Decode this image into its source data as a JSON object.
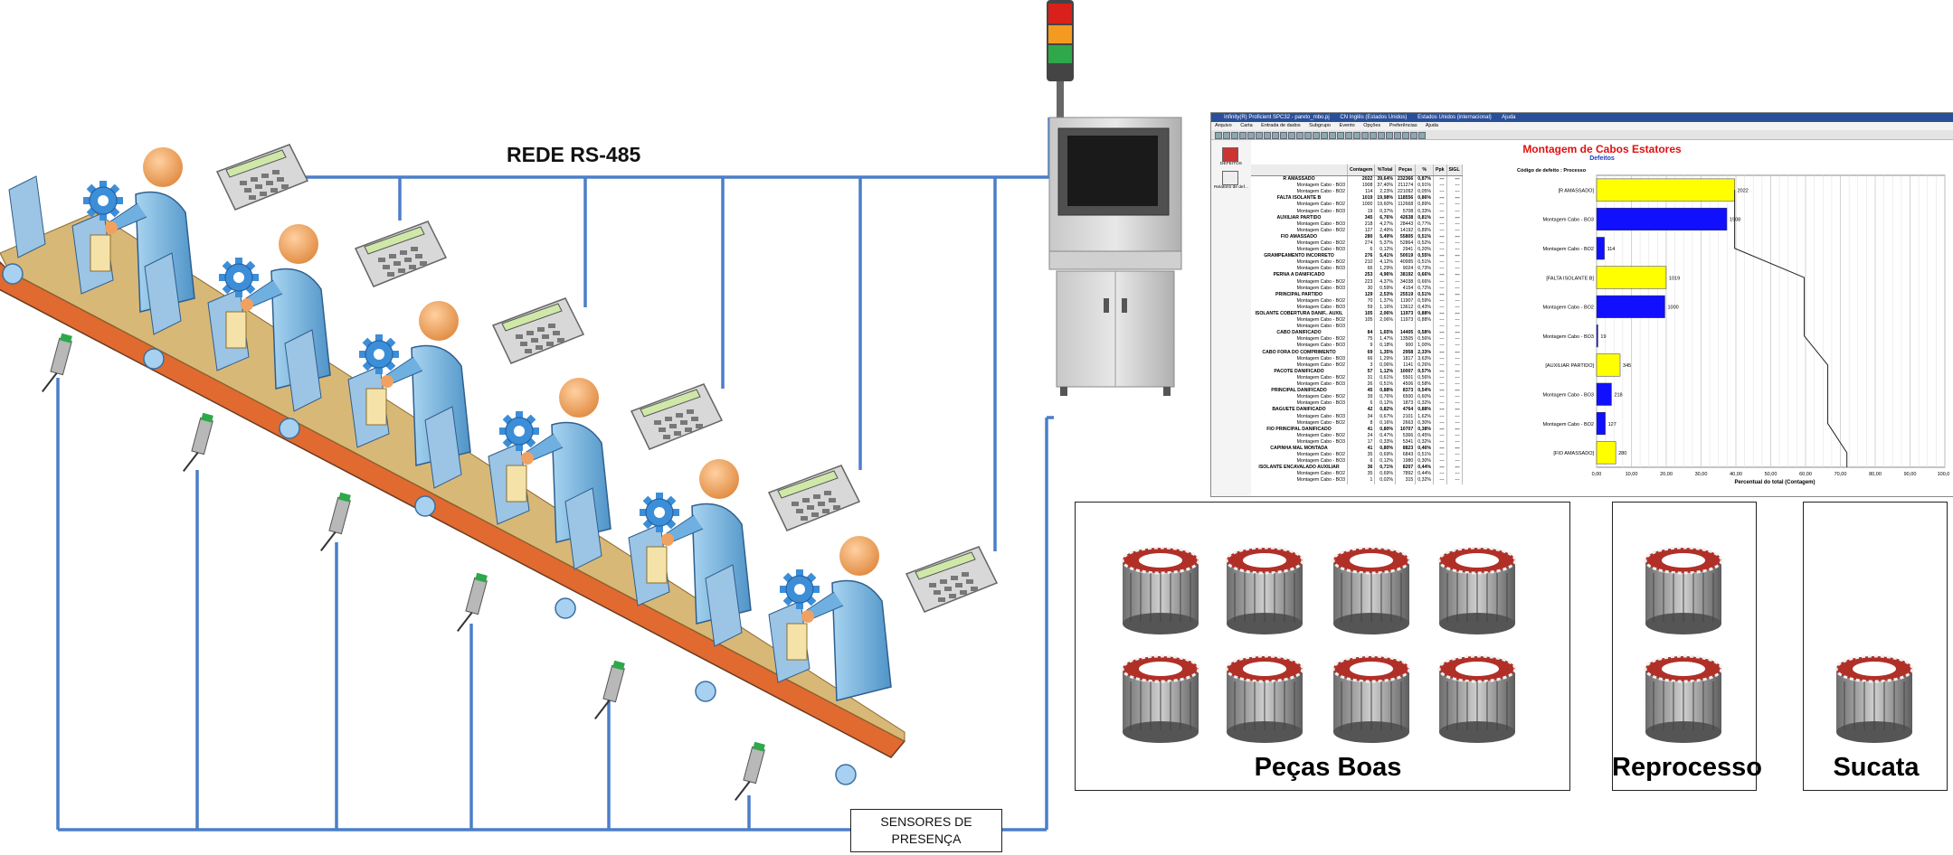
{
  "labels": {
    "network": "REDE RS-485",
    "sensors_line1": "SENSORES DE",
    "sensors_line2": "PRESENÇA",
    "bin_good": "Peças Boas",
    "bin_rework": "Reprocesso",
    "bin_scrap": "Sucata"
  },
  "bins": {
    "good_count": 8,
    "rework_count": 2,
    "scrap_count": 1
  },
  "colors": {
    "network_line": "#4a7fc9",
    "belt": "#e06a30",
    "box_top": "#d8b877",
    "worker": "#6fb0e0",
    "head": "#f0a060",
    "sensor_tip": "#2ea84a",
    "bar_yellow": "#ffff00",
    "bar_blue": "#1010ff",
    "title_red": "#e01010"
  },
  "software": {
    "window_title": "Infinity(R) Proficient SPC32 - pareto_mbo.pj",
    "window_tabs": [
      "CN Inglês (Estados Unidos)",
      "Estados Unidos (internacional)",
      "Ajuda"
    ],
    "menu": [
      "Arquivo",
      "Carta",
      "Entrada de dados",
      "Subgrupo",
      "Evento",
      "Opções",
      "Preferências",
      "Ajuda"
    ],
    "side_items": [
      "DEFEITOS",
      "Relatório de def..."
    ],
    "chart_title": "Montagem de Cabos Estatores",
    "chart_subtitle": "Defeitos",
    "table_headers": [
      "",
      "Contagem",
      "%Total",
      "Peças",
      "%",
      "Ppk",
      "SIGL"
    ],
    "rows": [
      {
        "group": true,
        "name": "R AMASSADO",
        "c": "2022",
        "pt": "39,64%",
        "p": "232366",
        "pc": "0,87%"
      },
      {
        "group": false,
        "name": "Montagem Cabo - BO3",
        "c": "1908",
        "pt": "37,40%",
        "p": "211274",
        "pc": "0,91%"
      },
      {
        "group": false,
        "name": "Montagem Cabo - BO2",
        "c": "114",
        "pt": "2,23%",
        "p": "221092",
        "pc": "0,05%"
      },
      {
        "group": true,
        "name": "FALTA ISOLANTE B",
        "c": "1019",
        "pt": "19,98%",
        "p": "118556",
        "pc": "0,86%"
      },
      {
        "group": false,
        "name": "Montagem Cabo - BO2",
        "c": "1000",
        "pt": "19,60%",
        "p": "112668",
        "pc": "0,89%"
      },
      {
        "group": false,
        "name": "Montagem Cabo - BO3",
        "c": "19",
        "pt": "0,37%",
        "p": "5708",
        "pc": "0,33%"
      },
      {
        "group": true,
        "name": "AUXILIAR PARTIDO",
        "c": "345",
        "pt": "6,76%",
        "p": "42638",
        "pc": "0,81%"
      },
      {
        "group": false,
        "name": "Montagem Cabo - BO3",
        "c": "218",
        "pt": "4,27%",
        "p": "28443",
        "pc": "0,77%"
      },
      {
        "group": false,
        "name": "Montagem Cabo - BO2",
        "c": "127",
        "pt": "2,49%",
        "p": "14192",
        "pc": "0,89%"
      },
      {
        "group": true,
        "name": "FIO AMASSADO",
        "c": "280",
        "pt": "5,49%",
        "p": "55805",
        "pc": "0,51%"
      },
      {
        "group": false,
        "name": "Montagem Cabo - BO2",
        "c": "274",
        "pt": "5,37%",
        "p": "52864",
        "pc": "0,52%"
      },
      {
        "group": false,
        "name": "Montagem Cabo - BO3",
        "c": "6",
        "pt": "0,12%",
        "p": "2941",
        "pc": "0,20%"
      },
      {
        "group": true,
        "name": "GRAMPEAMENTO INCORRETO",
        "c": "276",
        "pt": "5,41%",
        "p": "50019",
        "pc": "0,55%"
      },
      {
        "group": false,
        "name": "Montagem Cabo - BO2",
        "c": "210",
        "pt": "4,12%",
        "p": "40995",
        "pc": "0,51%"
      },
      {
        "group": false,
        "name": "Montagem Cabo - BO3",
        "c": "66",
        "pt": "1,29%",
        "p": "9024",
        "pc": "0,73%"
      },
      {
        "group": true,
        "name": "PERNA A DANIFICADO",
        "c": "253",
        "pt": "4,96%",
        "p": "38192",
        "pc": "0,66%"
      },
      {
        "group": false,
        "name": "Montagem Cabo - BO2",
        "c": "223",
        "pt": "4,37%",
        "p": "34038",
        "pc": "0,66%"
      },
      {
        "group": false,
        "name": "Montagem Cabo - BO3",
        "c": "30",
        "pt": "0,59%",
        "p": "4154",
        "pc": "0,72%"
      },
      {
        "group": true,
        "name": "PRINCIPAL PARTIDO",
        "c": "129",
        "pt": "2,53%",
        "p": "25519",
        "pc": "0,51%"
      },
      {
        "group": false,
        "name": "Montagem Cabo - BO2",
        "c": "70",
        "pt": "1,37%",
        "p": "11907",
        "pc": "0,59%"
      },
      {
        "group": false,
        "name": "Montagem Cabo - BO3",
        "c": "59",
        "pt": "1,16%",
        "p": "13612",
        "pc": "0,43%"
      },
      {
        "group": true,
        "name": "ISOLANTE COBERTURA DANIF.. AUXIL",
        "c": "105",
        "pt": "2,06%",
        "p": "11973",
        "pc": "0,88%"
      },
      {
        "group": false,
        "name": "Montagem Cabo - BO2",
        "c": "105",
        "pt": "2,06%",
        "p": "11973",
        "pc": "0,88%"
      },
      {
        "group": false,
        "name": "Montagem Cabo - BO3",
        "c": "",
        "pt": "",
        "p": "",
        "pc": ""
      },
      {
        "group": true,
        "name": "CABO DANIFICADO",
        "c": "84",
        "pt": "1,65%",
        "p": "14405",
        "pc": "0,58%"
      },
      {
        "group": false,
        "name": "Montagem Cabo - BO2",
        "c": "75",
        "pt": "1,47%",
        "p": "13505",
        "pc": "0,56%"
      },
      {
        "group": false,
        "name": "Montagem Cabo - BO3",
        "c": "9",
        "pt": "0,18%",
        "p": "900",
        "pc": "1,00%"
      },
      {
        "group": true,
        "name": "CABO FORA DO COMPRIMENTO",
        "c": "69",
        "pt": "1,35%",
        "p": "2958",
        "pc": "2,33%"
      },
      {
        "group": false,
        "name": "Montagem Cabo - BO3",
        "c": "66",
        "pt": "1,29%",
        "p": "1817",
        "pc": "3,63%"
      },
      {
        "group": false,
        "name": "Montagem Cabo - BO2",
        "c": "3",
        "pt": "0,06%",
        "p": "1141",
        "pc": "0,26%"
      },
      {
        "group": true,
        "name": "PACOTE DANIFICADO",
        "c": "57",
        "pt": "1,12%",
        "p": "10007",
        "pc": "0,57%"
      },
      {
        "group": false,
        "name": "Montagem Cabo - BO2",
        "c": "31",
        "pt": "0,61%",
        "p": "5501",
        "pc": "0,56%"
      },
      {
        "group": false,
        "name": "Montagem Cabo - BO3",
        "c": "26",
        "pt": "0,51%",
        "p": "4506",
        "pc": "0,58%"
      },
      {
        "group": true,
        "name": "PRINCIPAL DANIFICADO",
        "c": "45",
        "pt": "0,88%",
        "p": "8373",
        "pc": "0,54%"
      },
      {
        "group": false,
        "name": "Montagem Cabo - BO2",
        "c": "39",
        "pt": "0,76%",
        "p": "6500",
        "pc": "0,60%"
      },
      {
        "group": false,
        "name": "Montagem Cabo - BO3",
        "c": "6",
        "pt": "0,12%",
        "p": "1873",
        "pc": "0,32%"
      },
      {
        "group": true,
        "name": "BAGUETE DANIFICADO",
        "c": "42",
        "pt": "0,82%",
        "p": "4764",
        "pc": "0,88%"
      },
      {
        "group": false,
        "name": "Montagem Cabo - BO3",
        "c": "34",
        "pt": "0,67%",
        "p": "2101",
        "pc": "1,62%"
      },
      {
        "group": false,
        "name": "Montagem Cabo - BO2",
        "c": "8",
        "pt": "0,16%",
        "p": "2663",
        "pc": "0,30%"
      },
      {
        "group": true,
        "name": "FIO PRINCIPAL DANIFICADO",
        "c": "41",
        "pt": "0,80%",
        "p": "10707",
        "pc": "0,38%"
      },
      {
        "group": false,
        "name": "Montagem Cabo - BO2",
        "c": "24",
        "pt": "0,47%",
        "p": "5366",
        "pc": "0,45%"
      },
      {
        "group": false,
        "name": "Montagem Cabo - BO3",
        "c": "17",
        "pt": "0,33%",
        "p": "5341",
        "pc": "0,32%"
      },
      {
        "group": true,
        "name": "CAPINHA MAL MONTADA",
        "c": "41",
        "pt": "0,80%",
        "p": "8823",
        "pc": "0,46%"
      },
      {
        "group": false,
        "name": "Montagem Cabo - BO2",
        "c": "35",
        "pt": "0,69%",
        "p": "6843",
        "pc": "0,51%"
      },
      {
        "group": false,
        "name": "Montagem Cabo - BO3",
        "c": "6",
        "pt": "0,12%",
        "p": "1980",
        "pc": "0,30%"
      },
      {
        "group": true,
        "name": "ISOLANTE ENCAVALADO AUXILIAR",
        "c": "36",
        "pt": "0,71%",
        "p": "8207",
        "pc": "0,44%"
      },
      {
        "group": false,
        "name": "Montagem Cabo - BO2",
        "c": "35",
        "pt": "0,69%",
        "p": "7892",
        "pc": "0,44%"
      },
      {
        "group": false,
        "name": "Montagem Cabo - BO3",
        "c": "1",
        "pt": "0,02%",
        "p": "315",
        "pc": "0,32%"
      }
    ]
  },
  "chart_data": {
    "type": "bar",
    "orientation": "horizontal",
    "title": "Montagem de Cabos Estatores",
    "subtitle": "Defeitos",
    "ylabel": "Código de defeito : Processo",
    "xlabel": "Percentual do total (Contagem)",
    "xlim": [
      0,
      100
    ],
    "xticks": [
      "0,00",
      "10,00",
      "20,00",
      "30,00",
      "40,00",
      "50,00",
      "60,00",
      "70,00",
      "80,00",
      "90,00",
      "100,00"
    ],
    "categories": [
      "[R AMASSADO]",
      "Montagem Cabo - BO3",
      "Montagem Cabo - BO2",
      "[FALTA ISOLANTE B]",
      "Montagem Cabo - BO2",
      "Montagem Cabo - BO3",
      "[AUXILIAR PARTIDO]",
      "Montagem Cabo - BO3",
      "Montagem Cabo - BO2",
      "[FIO AMASSADO]"
    ],
    "values": [
      39.64,
      37.4,
      2.23,
      19.98,
      19.6,
      0.37,
      6.76,
      4.27,
      2.49,
      5.49
    ],
    "labels": [
      "2022",
      "1908",
      "114",
      "1019",
      "1000",
      "19",
      "345",
      "218",
      "127",
      "280"
    ],
    "bar_types": [
      "group",
      "sub",
      "sub",
      "group",
      "sub",
      "sub",
      "group",
      "sub",
      "sub",
      "group"
    ],
    "cumulative": [
      39.64,
      39.64,
      39.64,
      59.62,
      59.62,
      59.62,
      66.38,
      66.38,
      66.38,
      71.87
    ],
    "grid": true,
    "legend": "none"
  }
}
